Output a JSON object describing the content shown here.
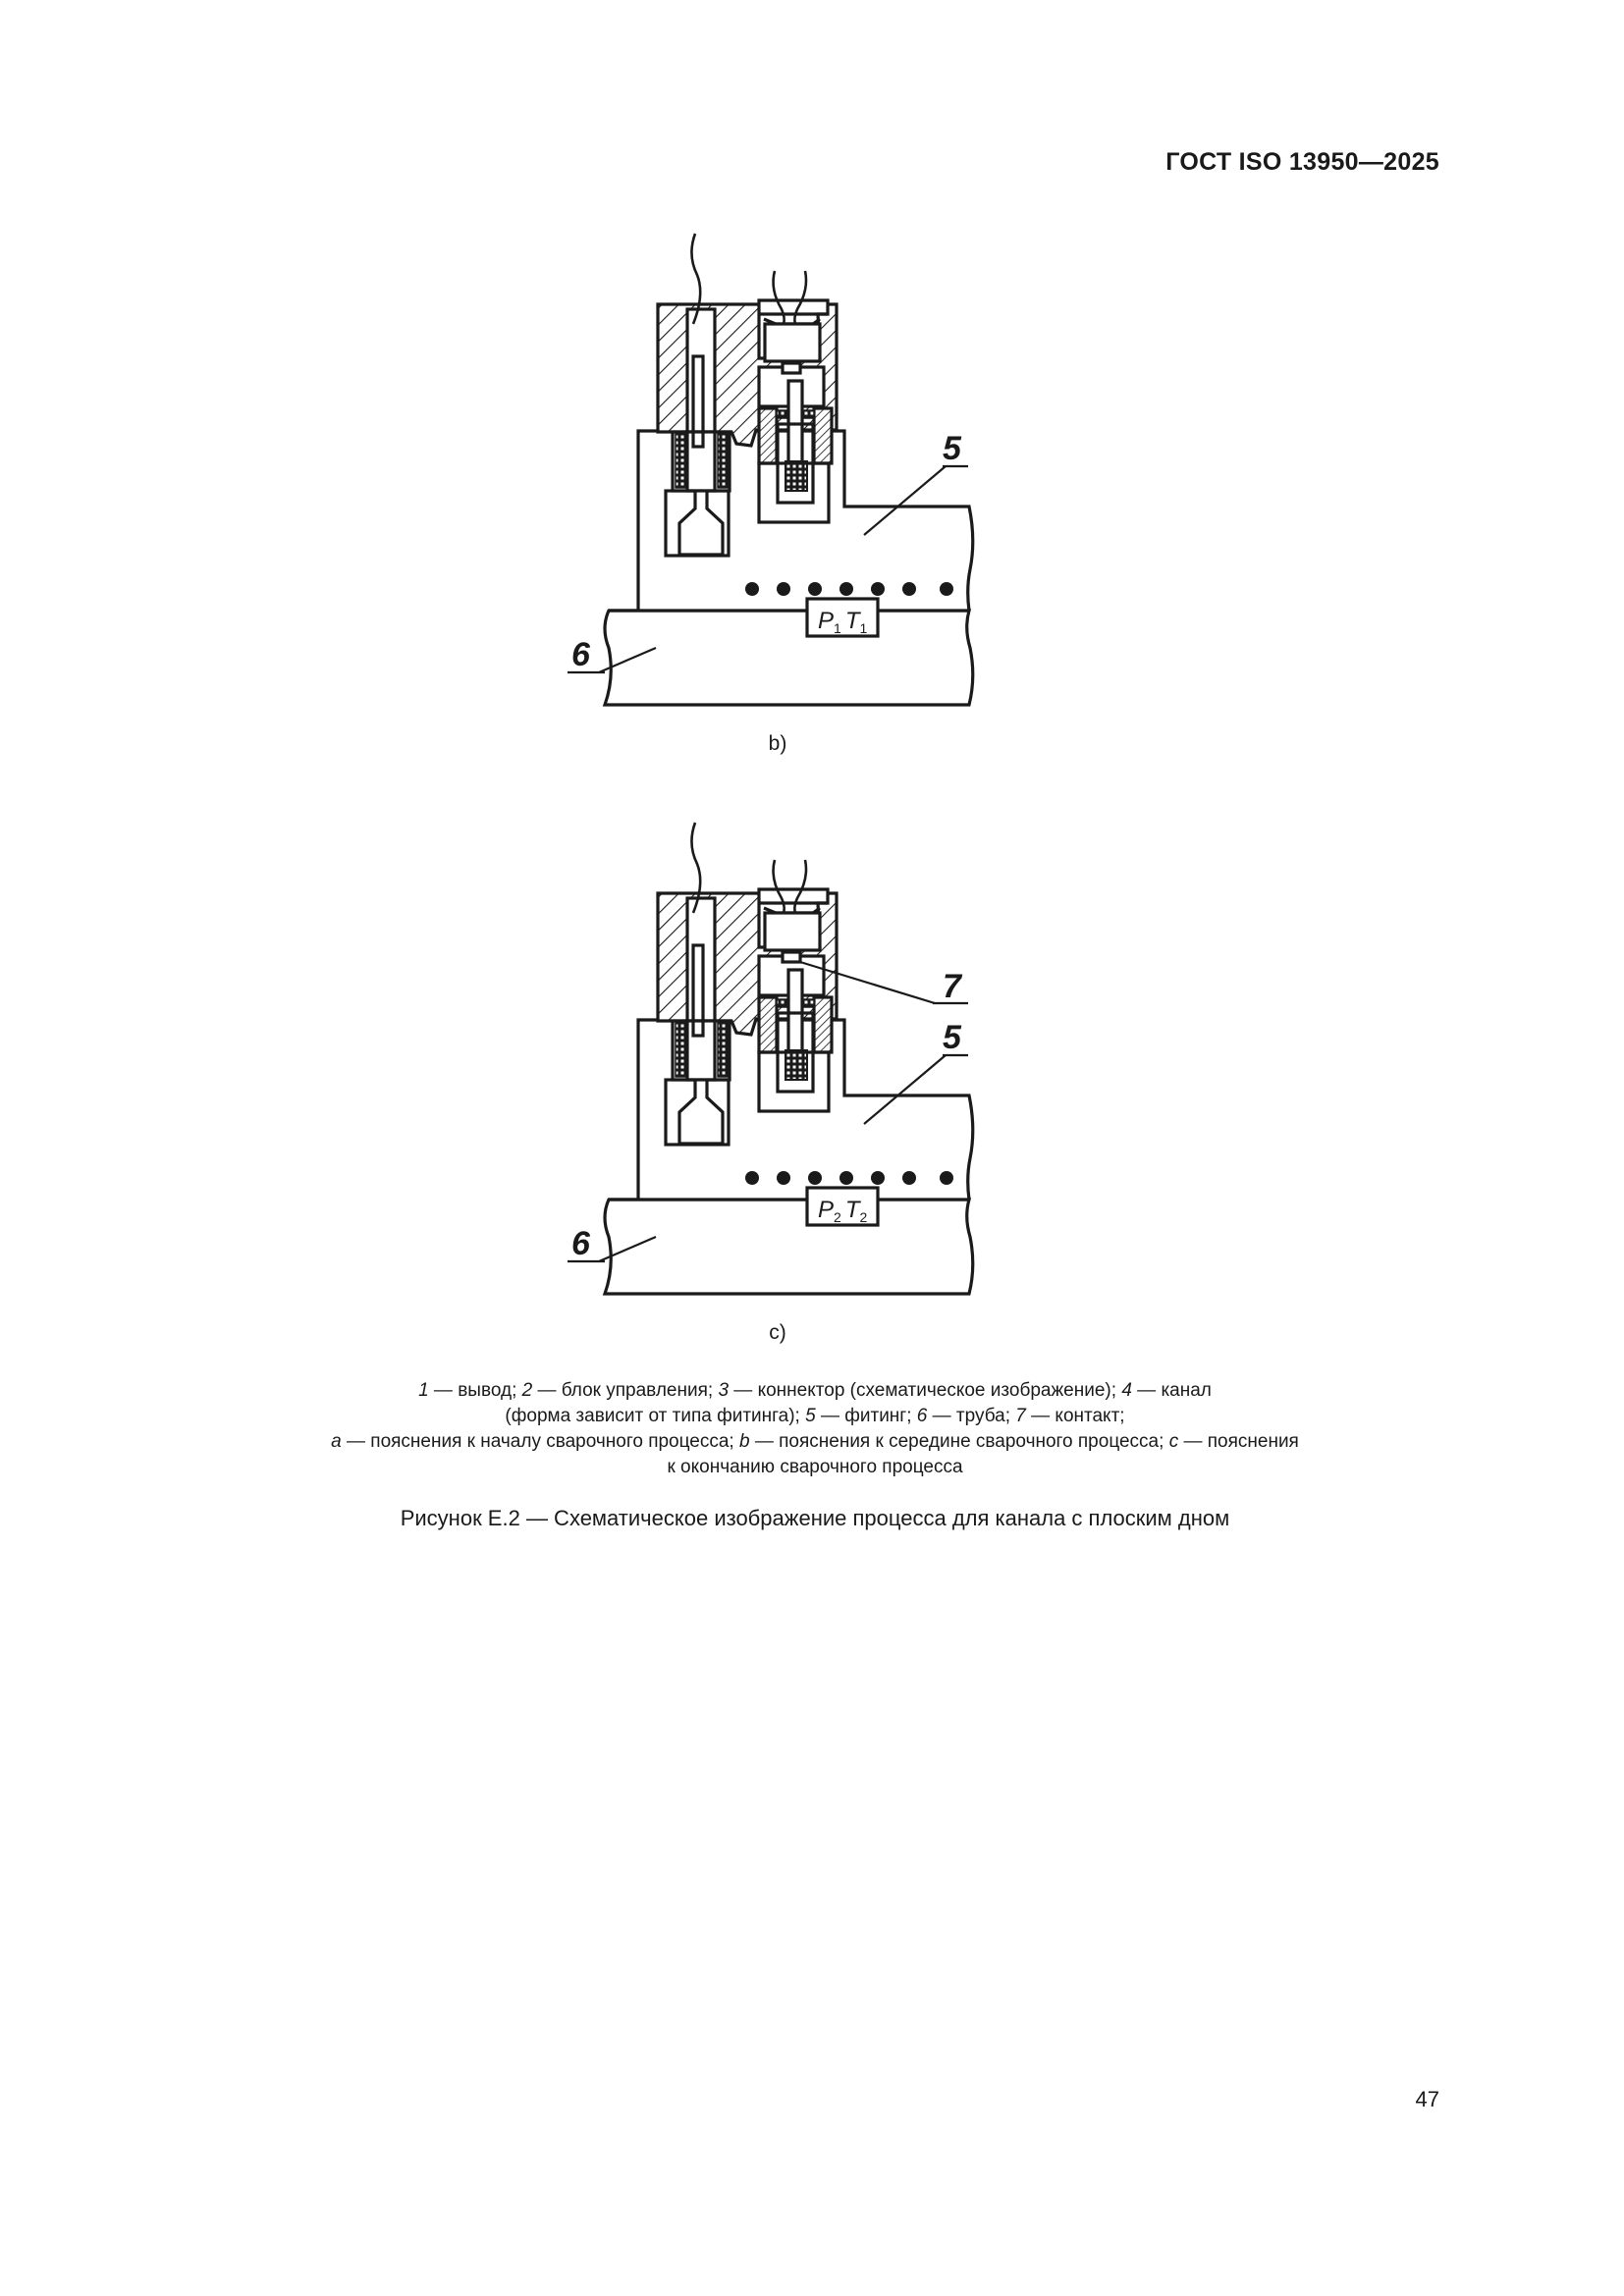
{
  "header": {
    "standard_code": "ГОСТ ISO  13950—2025"
  },
  "figures": [
    {
      "sub_label": "b)",
      "callouts": {
        "fitting": "5",
        "pipe": "6"
      },
      "sensor_box": {
        "p": "P",
        "p_sub": "1",
        "t": "T",
        "t_sub": "1"
      },
      "wire_dots": 7
    },
    {
      "sub_label": "c)",
      "callouts": {
        "contact": "7",
        "fitting": "5",
        "pipe": "6"
      },
      "sensor_box": {
        "p": "P",
        "p_sub": "2",
        "t": "T",
        "t_sub": "2"
      },
      "wire_dots": 7
    }
  ],
  "legend": {
    "line1": [
      {
        "key": "1",
        "text": " — вывод; "
      },
      {
        "key": "2",
        "text": " — блок управления; "
      },
      {
        "key": "3",
        "text": " — коннектор (схематическое изображение); "
      },
      {
        "key": "4",
        "text": " — канал"
      }
    ],
    "line2": [
      {
        "key": "",
        "text": "(форма зависит от типа фитинга); "
      },
      {
        "key": "5",
        "text": " — фитинг; "
      },
      {
        "key": "6",
        "text": " — труба; "
      },
      {
        "key": "7",
        "text": " — контакт;"
      }
    ],
    "line3": [
      {
        "key": "a",
        "text": " — пояснения к началу сварочного процесса; "
      },
      {
        "key": "b",
        "text": " — пояснения к середине сварочного процесса; "
      },
      {
        "key": "c",
        "text": " — пояснения"
      }
    ],
    "line4": [
      {
        "key": "",
        "text": "к окончанию сварочного процесса"
      }
    ]
  },
  "caption": "Рисунок Е.2 — Схематическое изображение процесса для канала с плоским дном",
  "page_number": "47"
}
